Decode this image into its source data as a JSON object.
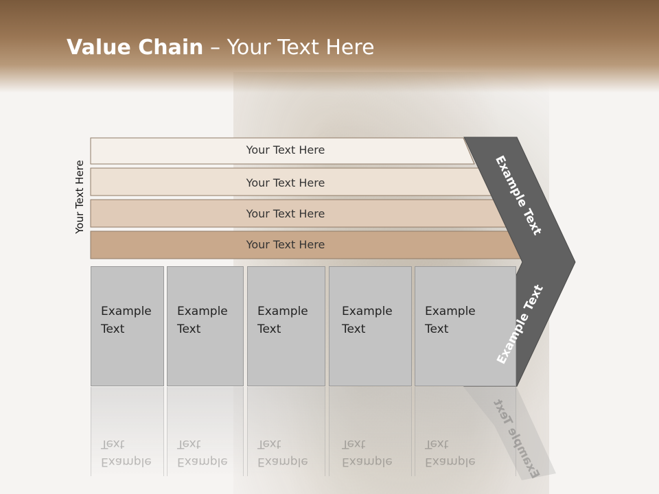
{
  "slide": {
    "title_bold": "Value Chain",
    "title_rest": " – Your Text Here",
    "side_label": "Your Text Here",
    "rows": [
      {
        "label": "Your Text Here"
      },
      {
        "label": "Your Text Here"
      },
      {
        "label": "Your Text Here"
      },
      {
        "label": "Your Text Here"
      }
    ],
    "boxes": [
      {
        "line1": "Example",
        "line2": "Text"
      },
      {
        "line1": "Example",
        "line2": "Text"
      },
      {
        "line1": "Example",
        "line2": "Text"
      },
      {
        "line1": "Example",
        "line2": "Text"
      },
      {
        "line1": "Example",
        "line2": "Text"
      }
    ],
    "chevron_top_label": "Example Text",
    "chevron_bottom_label": "Example Text"
  },
  "colors": {
    "header": "#8b6a4a",
    "row1": "#f5f0ea",
    "row2": "#ede1d4",
    "row3": "#e0cbb8",
    "row4": "#c9a98c",
    "box": "#c3c3c3",
    "chevron": "#616161"
  }
}
